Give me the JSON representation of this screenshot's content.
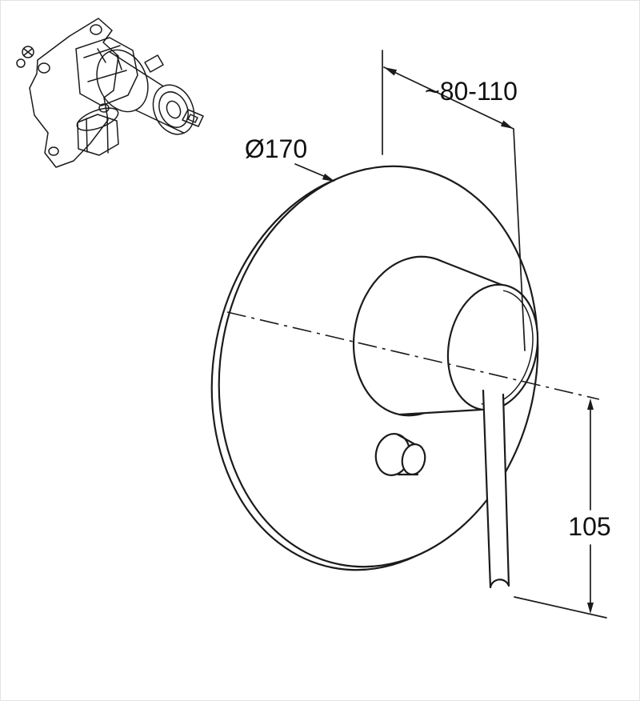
{
  "colors": {
    "background": "#ffffff",
    "line": "#1b1b1b",
    "border": "#e3e3e3"
  },
  "drawing": {
    "labels": {
      "plate_diameter": "Ø170",
      "mounting_depth": "~80-110",
      "lever_length": "105"
    }
  }
}
